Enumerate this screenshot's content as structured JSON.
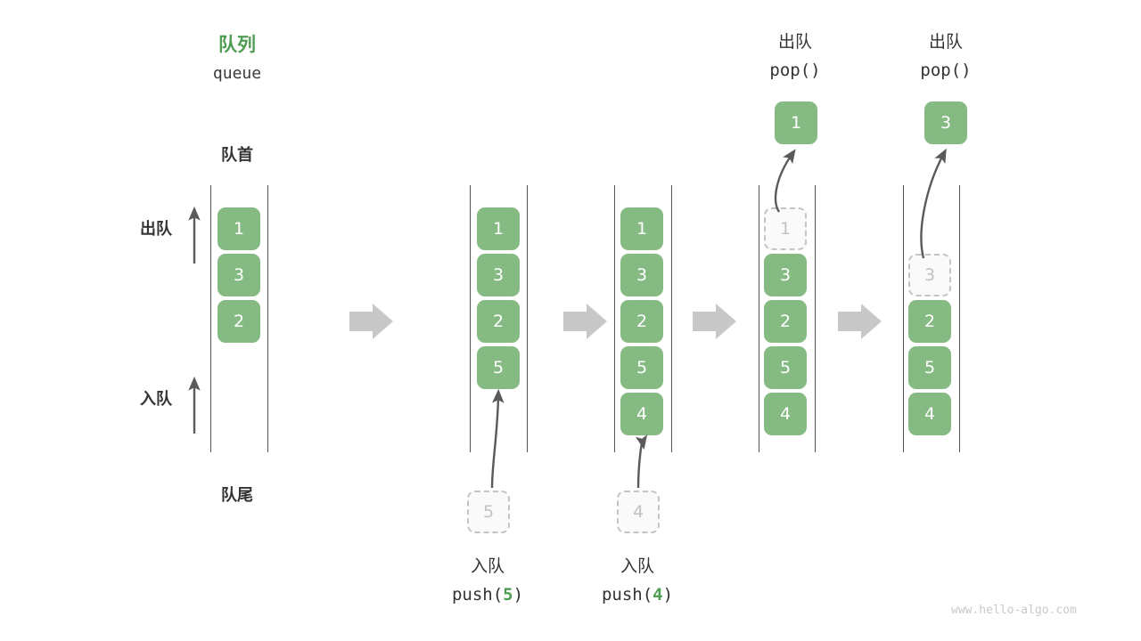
{
  "diagram": {
    "title_cn": "队列",
    "title_en": "queue",
    "head_label": "队首",
    "tail_label": "队尾",
    "dequeue_label": "出队",
    "enqueue_label": "入队",
    "watermark": "www.hello-algo.com",
    "colors": {
      "node_fill": "#85BA83",
      "node_text": "#ffffff",
      "ghost_fill": "#fafafa",
      "ghost_border": "#c4c4c4",
      "ghost_text": "#c2c2c2",
      "title_green": "#4F9D52",
      "rail": "#555555",
      "arrow_gray": "#5a5a5a",
      "step_arrow": "#c8c8c8",
      "text": "#333333"
    }
  },
  "stages": [
    {
      "id": "stage-initial",
      "nodes": [
        "1",
        "3",
        "2"
      ],
      "ghost_index": null,
      "op_cn": null,
      "op_code": null,
      "op_code_arg": null,
      "popped_value": null
    },
    {
      "id": "stage-push-5",
      "nodes": [
        "1",
        "3",
        "2",
        "5"
      ],
      "ghost_index": null,
      "op_cn": "入队",
      "op_code_prefix": "push(",
      "op_code_arg": "5",
      "op_code_suffix": ")",
      "incoming_value": "5",
      "popped_value": null
    },
    {
      "id": "stage-push-4",
      "nodes": [
        "1",
        "3",
        "2",
        "5",
        "4"
      ],
      "ghost_index": null,
      "op_cn": "入队",
      "op_code_prefix": "push(",
      "op_code_arg": "4",
      "op_code_suffix": ")",
      "incoming_value": "4",
      "popped_value": null
    },
    {
      "id": "stage-pop-1",
      "nodes": [
        "1",
        "3",
        "2",
        "5",
        "4"
      ],
      "ghost_index": 0,
      "op_cn": "出队",
      "op_code_prefix": "pop(",
      "op_code_arg": "",
      "op_code_suffix": ")",
      "popped_value": "1"
    },
    {
      "id": "stage-pop-3",
      "nodes": [
        "3",
        "2",
        "5",
        "4"
      ],
      "ghost_index": 0,
      "op_cn": "出队",
      "op_code_prefix": "pop(",
      "op_code_arg": "",
      "op_code_suffix": ")",
      "popped_value": "3"
    }
  ],
  "step_arrows": [
    {
      "name": "step-arrow-1"
    },
    {
      "name": "step-arrow-2"
    },
    {
      "name": "step-arrow-3"
    },
    {
      "name": "step-arrow-4"
    }
  ]
}
